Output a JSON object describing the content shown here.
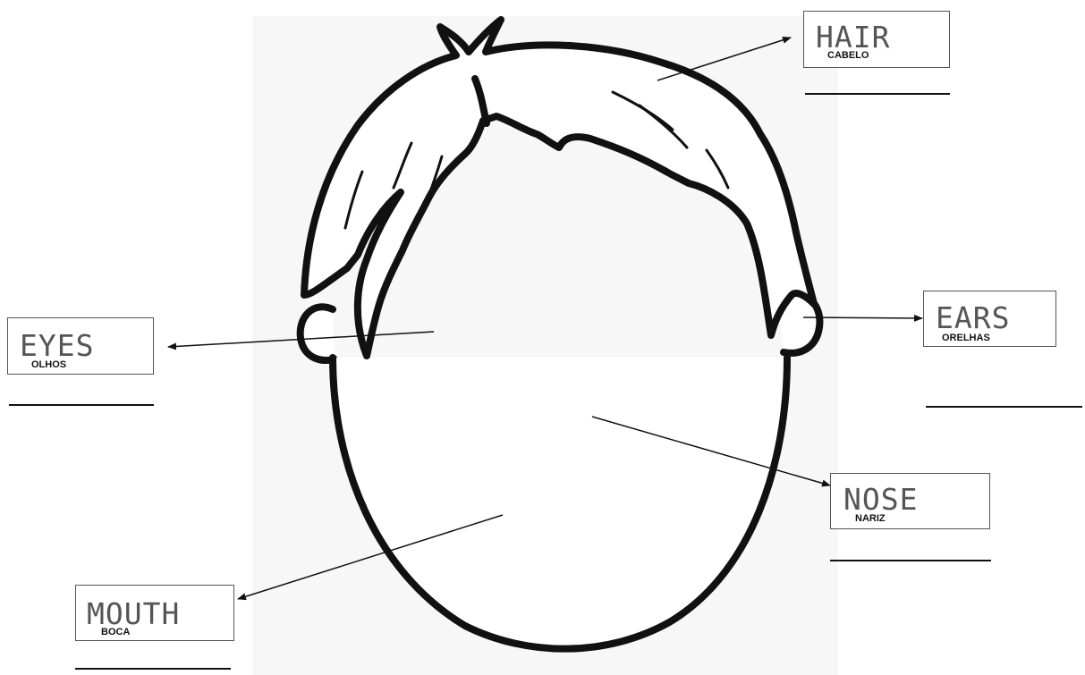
{
  "labels": {
    "hair": {
      "en": "HAIR",
      "pt": "CABELO"
    },
    "eyes": {
      "en": "EYES",
      "pt": "OLHOS"
    },
    "ears": {
      "en": "EARS",
      "pt": "ORELHAS"
    },
    "nose": {
      "en": "NOSE",
      "pt": "NARIZ"
    },
    "mouth": {
      "en": "MOUTH",
      "pt": "BOCA"
    }
  },
  "colors": {
    "outline": "#111111",
    "panel": "#f7f7f7",
    "label_text": "#555555"
  }
}
